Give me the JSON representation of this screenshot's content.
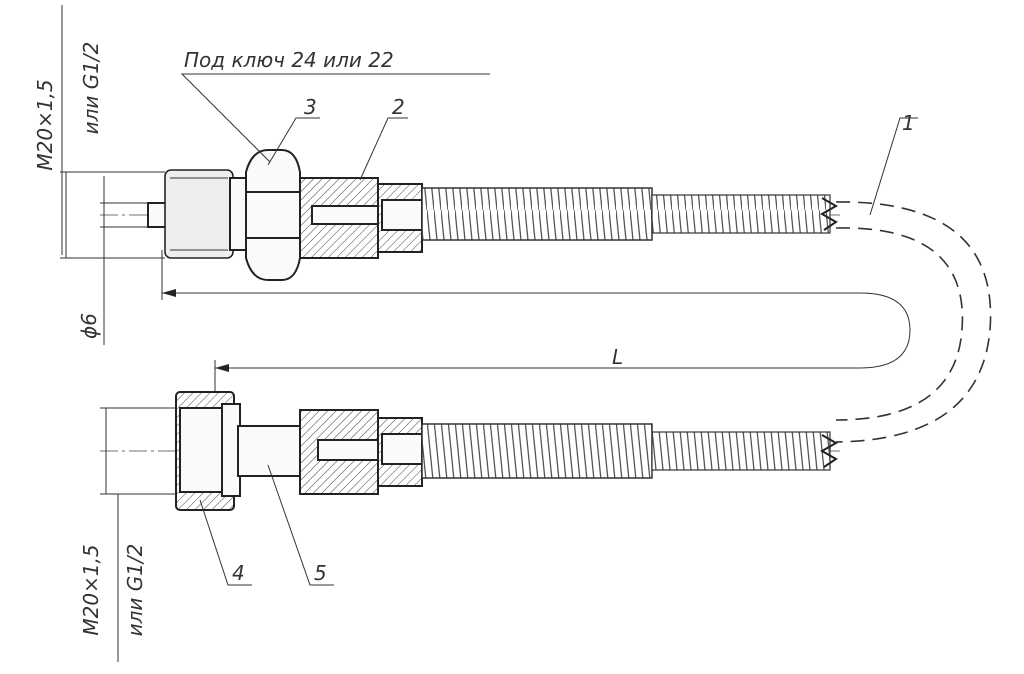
{
  "drawing": {
    "top_thread_label": "M20×1,5",
    "top_thread_alt": "или G1/2",
    "wrench_note": "Под ключ 24 или 22",
    "diameter_label": "ϕ6",
    "length_label": "L",
    "bottom_thread_label": "M20×1,5",
    "bottom_thread_alt": "или G1/2",
    "positions": {
      "p1": "1",
      "p2": "2",
      "p3": "3",
      "p4": "4",
      "p5": "5"
    }
  }
}
